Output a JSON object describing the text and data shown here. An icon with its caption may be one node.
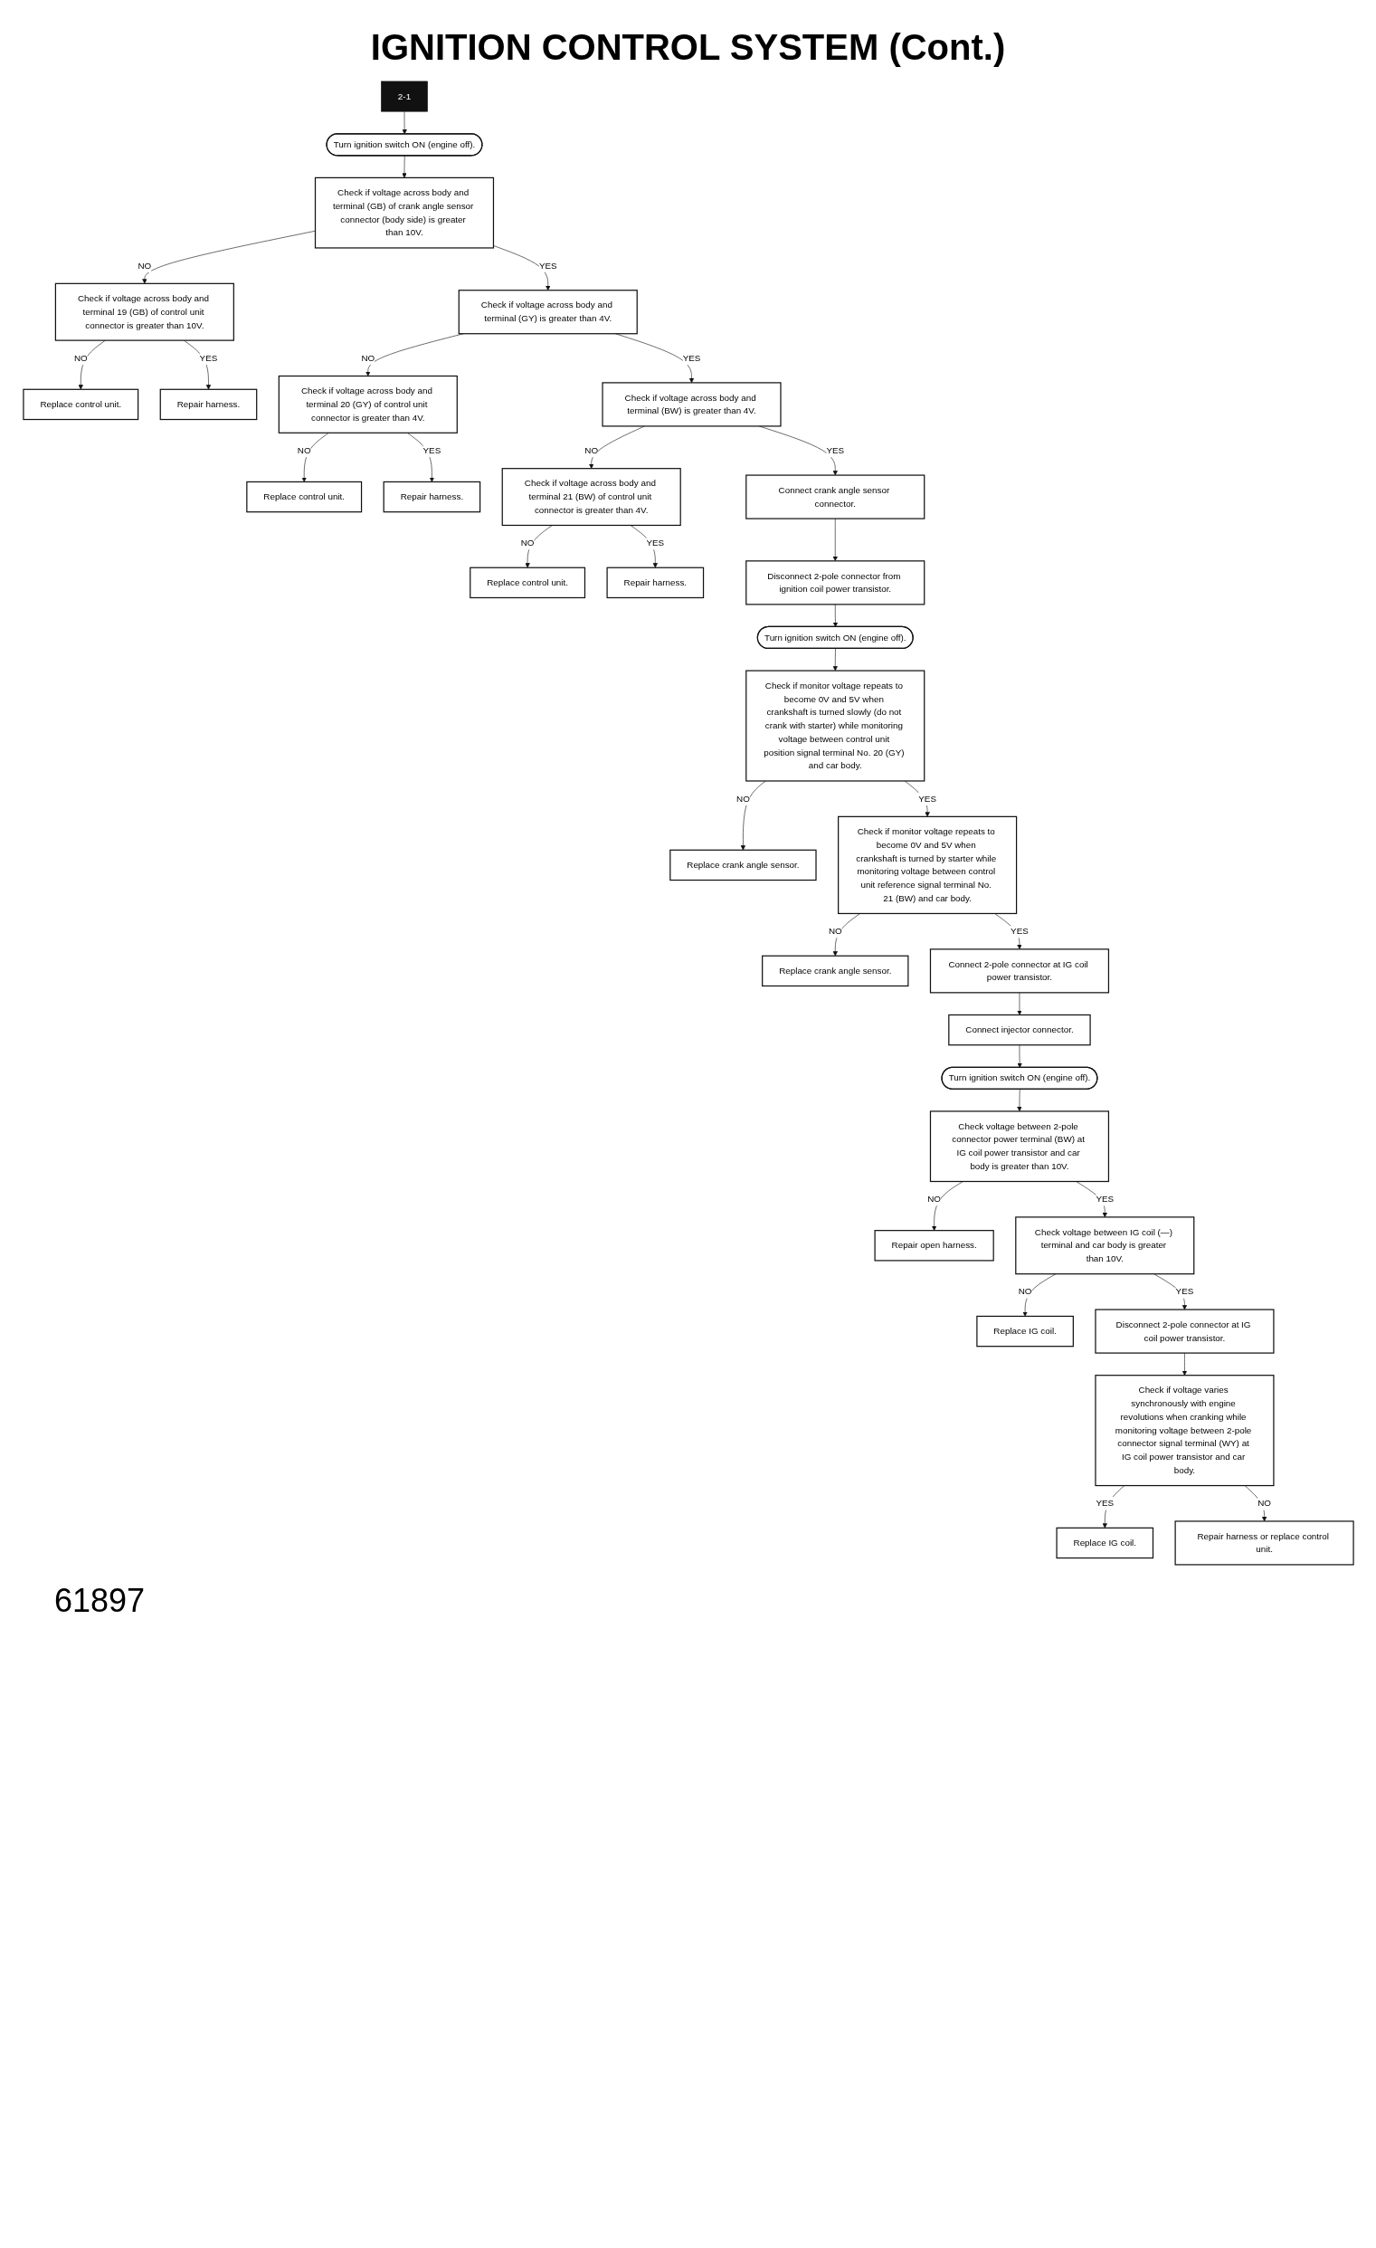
{
  "diagram": {
    "title": "IGNITION CONTROL SYSTEM (Cont.)",
    "nodes": [
      {
        "text": [
          "2-1"
        ]
      },
      {
        "text": [
          "Turn ignition switch ON (engine off)."
        ]
      },
      {
        "text": [
          "Check if voltage across body and terminal (GB) of crank angle sensor connector (body side) is greater than 10V."
        ]
      },
      {
        "text": [
          "Check if voltage across body and terminal 19 (GB) of control unit connector is greater than 10V."
        ]
      },
      {
        "text": [
          "Replace control unit."
        ]
      },
      {
        "text": [
          "Repair harness."
        ]
      },
      {
        "text": [
          "Check if voltage across body and terminal (GY) is greater than 4V."
        ]
      },
      {
        "text": [
          "Check if voltage across body and terminal 20 (GY) of control unit connector is greater than 4V."
        ]
      },
      {
        "text": [
          "Replace control unit."
        ]
      },
      {
        "text": [
          "Repair harness."
        ]
      },
      {
        "text": [
          "Check if voltage across body and terminal (BW) is greater than 4V."
        ]
      },
      {
        "text": [
          "Check if voltage across body and terminal 21 (BW) of control unit connector is greater than 4V."
        ]
      },
      {
        "text": [
          "Replace control unit."
        ]
      },
      {
        "text": [
          "Repair harness."
        ]
      },
      {
        "text": [
          "Connect crank angle sensor connector."
        ]
      },
      {
        "text": [
          "Disconnect 2-pole connector from ignition coil power transistor."
        ]
      },
      {
        "text": [
          "Turn ignition switch ON (engine off)."
        ]
      },
      {
        "text": [
          "Check if monitor voltage repeats to become 0V and 5V when crankshaft is turned slowly (do not crank with starter) while monitoring voltage between control unit position signal terminal No. 20 (GY) and car body."
        ]
      },
      {
        "text": [
          "Replace crank angle sensor."
        ]
      },
      {
        "text": [
          "Check if monitor voltage repeats to become 0V and 5V when crankshaft is turned by starter while monitoring voltage between control unit reference signal terminal No. 21 (BW) and car body."
        ]
      },
      {
        "text": [
          "Replace crank angle sensor."
        ]
      },
      {
        "text": [
          "Connect 2-pole connector at IG coil power transistor."
        ]
      },
      {
        "text": [
          "Connect injector connector."
        ]
      },
      {
        "text": [
          "Turn ignition switch ON (engine off)."
        ]
      },
      {
        "text": [
          "Check voltage between 2-pole connector power terminal (BW) at IG coil power transistor and car body is greater than 10V."
        ]
      },
      {
        "text": [
          "Repair open harness."
        ]
      },
      {
        "text": [
          "Check voltage between IG coil (—) terminal and car body is greater than 10V."
        ]
      },
      {
        "text": [
          "Replace IG coil."
        ]
      },
      {
        "text": [
          "Disconnect 2-pole connector at IG coil power transistor."
        ]
      },
      {
        "text": [
          "Check if voltage varies synchronously with engine revolutions when cranking while monitoring voltage between 2-pole connector signal terminal (WY) at IG coil power transistor and car body."
        ]
      },
      {
        "text": [
          "Replace IG coil."
        ]
      },
      {
        "text": [
          "Repair harness or replace control unit."
        ]
      }
    ],
    "edges": [
      {
        "from": 0,
        "to": 1,
        "arrow": "to"
      },
      {
        "from": 1,
        "to": 2,
        "arrow": "to"
      },
      {
        "from": 2,
        "to": 3,
        "arrow": "to",
        "label": "NO"
      },
      {
        "from": 3,
        "to": 4,
        "arrow": "to",
        "label": "NO"
      },
      {
        "from": 3,
        "to": 5,
        "arrow": "to",
        "label": "YES"
      },
      {
        "from": 2,
        "to": 6,
        "arrow": "to",
        "label": "YES"
      },
      {
        "from": 6,
        "to": 7,
        "arrow": "to",
        "label": "NO"
      },
      {
        "from": 7,
        "to": 8,
        "arrow": "to",
        "label": "NO"
      },
      {
        "from": 7,
        "to": 9,
        "arrow": "to",
        "label": "YES"
      },
      {
        "from": 6,
        "to": 10,
        "arrow": "to",
        "label": "YES"
      },
      {
        "from": 10,
        "to": 11,
        "arrow": "to",
        "label": "NO"
      },
      {
        "from": 11,
        "to": 12,
        "arrow": "to",
        "label": "NO"
      },
      {
        "from": 11,
        "to": 13,
        "arrow": "to",
        "label": "YES"
      },
      {
        "from": 10,
        "to": 14,
        "arrow": "to",
        "label": "YES"
      },
      {
        "from": 14,
        "to": 15,
        "arrow": "to"
      },
      {
        "from": 15,
        "to": 16,
        "arrow": "to"
      },
      {
        "from": 16,
        "to": 17,
        "arrow": "to"
      },
      {
        "from": 17,
        "to": 18,
        "arrow": "to",
        "label": "NO"
      },
      {
        "from": 17,
        "to": 19,
        "arrow": "to",
        "label": "YES"
      },
      {
        "from": 19,
        "to": 20,
        "arrow": "to",
        "label": "NO"
      },
      {
        "from": 19,
        "to": 21,
        "arrow": "to",
        "label": "YES"
      },
      {
        "from": 21,
        "to": 22,
        "arrow": "to"
      },
      {
        "from": 22,
        "to": 23,
        "arrow": "to"
      },
      {
        "from": 23,
        "to": 24,
        "arrow": "to"
      },
      {
        "from": 24,
        "to": 25,
        "arrow": "to",
        "label": "NO"
      },
      {
        "from": 24,
        "to": 26,
        "arrow": "to",
        "label": "YES"
      },
      {
        "from": 26,
        "to": 27,
        "arrow": "to",
        "label": "NO"
      },
      {
        "from": 26,
        "to": 28,
        "arrow": "to",
        "label": "YES"
      },
      {
        "from": 28,
        "to": 29,
        "arrow": "to"
      },
      {
        "from": 29,
        "to": 30,
        "arrow": "to",
        "label": "YES"
      },
      {
        "from": 29,
        "to": 31,
        "arrow": "to",
        "label": "NO"
      }
    ],
    "labels": [
      "61897"
    ]
  }
}
